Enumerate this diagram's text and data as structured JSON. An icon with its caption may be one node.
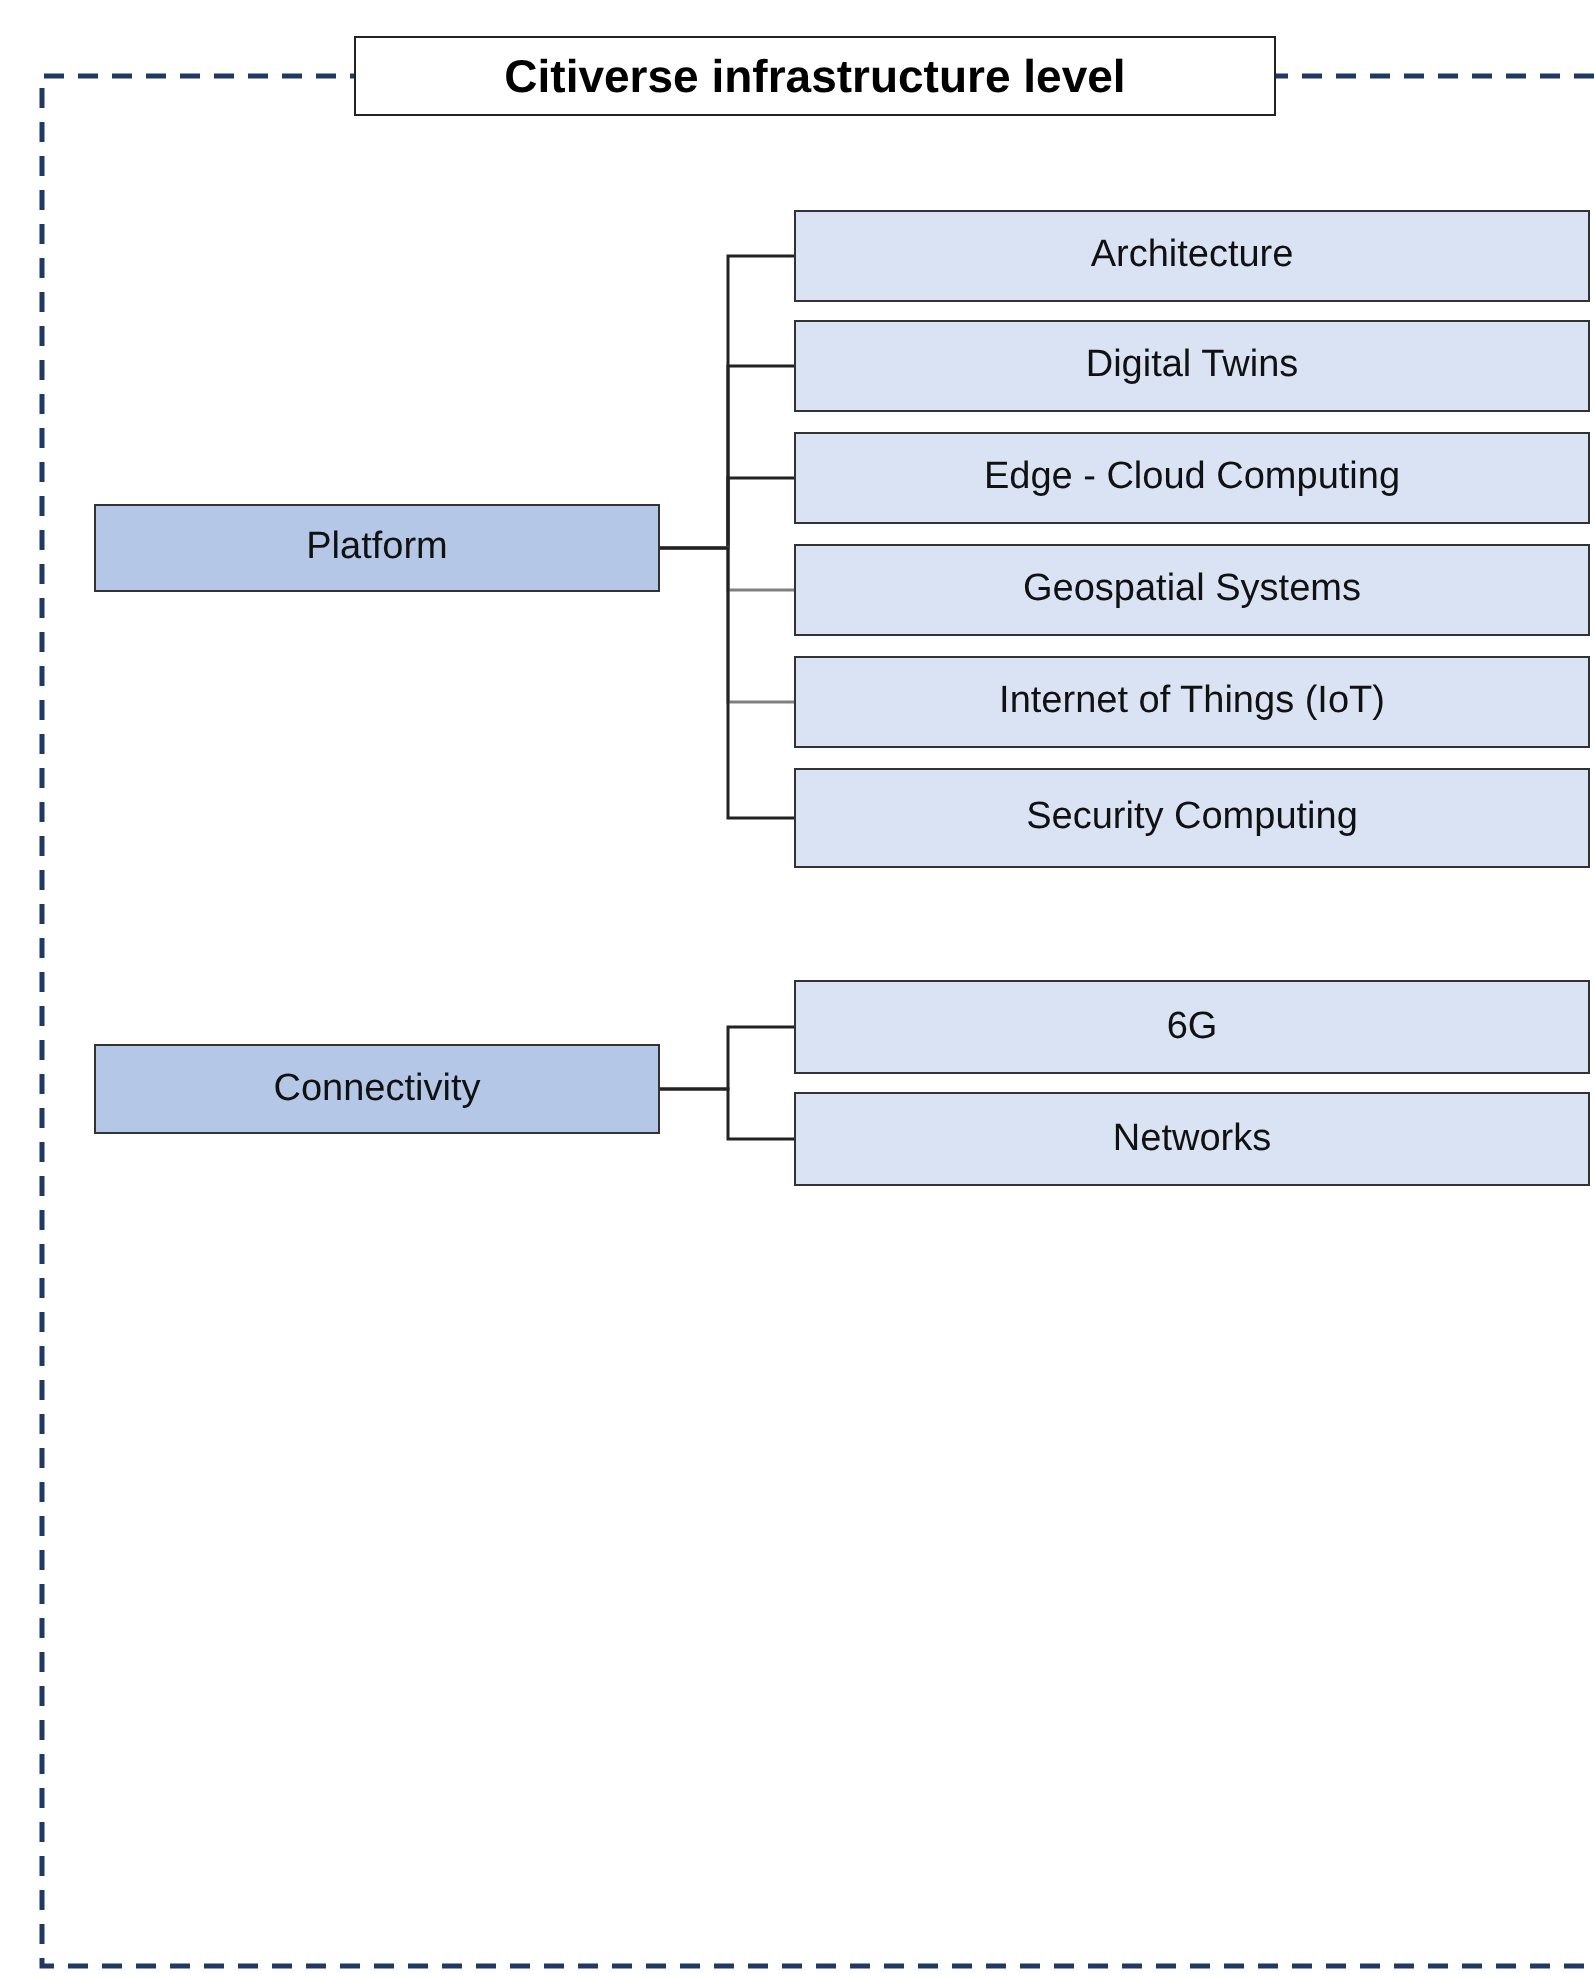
{
  "diagram": {
    "nodes": [
      {
        "text": [
          "Citiverse infrastructure level"
        ]
      },
      {
        "text": [
          "Platform"
        ],
        "in": 0
      },
      {
        "text": [
          "Architecture"
        ],
        "in": 0
      },
      {
        "text": [
          "Digital Twins"
        ],
        "in": 0
      },
      {
        "text": [
          "Edge - Cloud Computing"
        ],
        "in": 0
      },
      {
        "text": [
          "Geospatial Systems"
        ],
        "in": 0
      },
      {
        "text": [
          "Internet of Things (IoT)"
        ],
        "in": 0
      },
      {
        "text": [
          "Security Computing"
        ],
        "in": 0
      },
      {
        "text": [
          "Connectivity"
        ],
        "in": 0
      },
      {
        "text": [
          "6G"
        ],
        "in": 0
      },
      {
        "text": [
          "Networks"
        ],
        "in": 0
      }
    ],
    "edges": [
      {
        "from": 1,
        "to": 2,
        "arrow": "none"
      },
      {
        "from": 1,
        "to": 3,
        "arrow": "none"
      },
      {
        "from": 1,
        "to": 4,
        "arrow": "none"
      },
      {
        "from": 1,
        "to": 5,
        "arrow": "none",
        "color": "#808080"
      },
      {
        "from": 1,
        "to": 6,
        "arrow": "none",
        "color": "#808080"
      },
      {
        "from": 1,
        "to": 7,
        "arrow": "none"
      },
      {
        "from": 8,
        "to": 9,
        "arrow": "none"
      },
      {
        "from": 8,
        "to": 10,
        "arrow": "none"
      }
    ]
  }
}
